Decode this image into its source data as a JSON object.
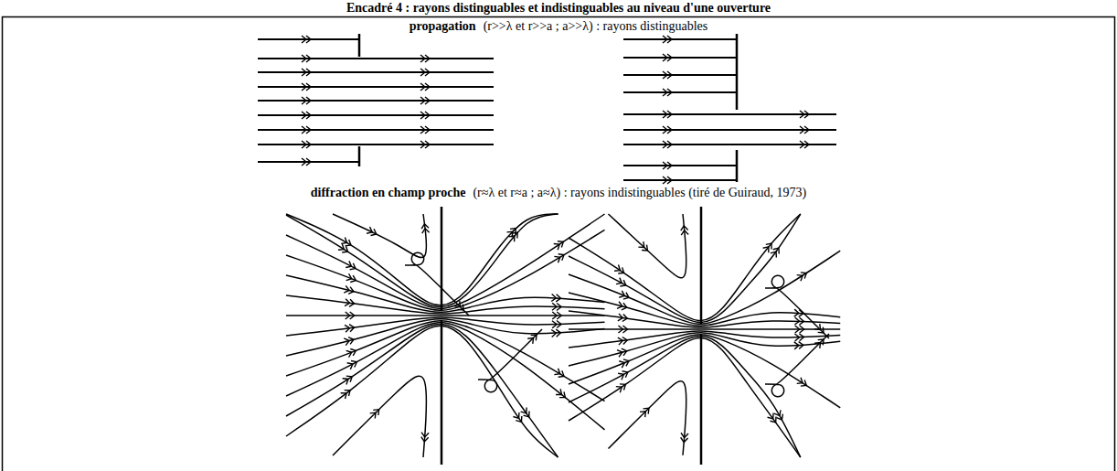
{
  "diagram": {
    "title": "Encadré 4 : rayons distinguables et indistinguables au niveau d'une ouverture",
    "labels": [
      "propagation",
      "(r>>λ et r>>a ; a>>λ) : rayons distinguables",
      "diffraction en champ proche",
      "(r≈λ et r≈a ; a≈λ) : rayons indistinguables (tiré de Guiraud, 1973)"
    ]
  }
}
